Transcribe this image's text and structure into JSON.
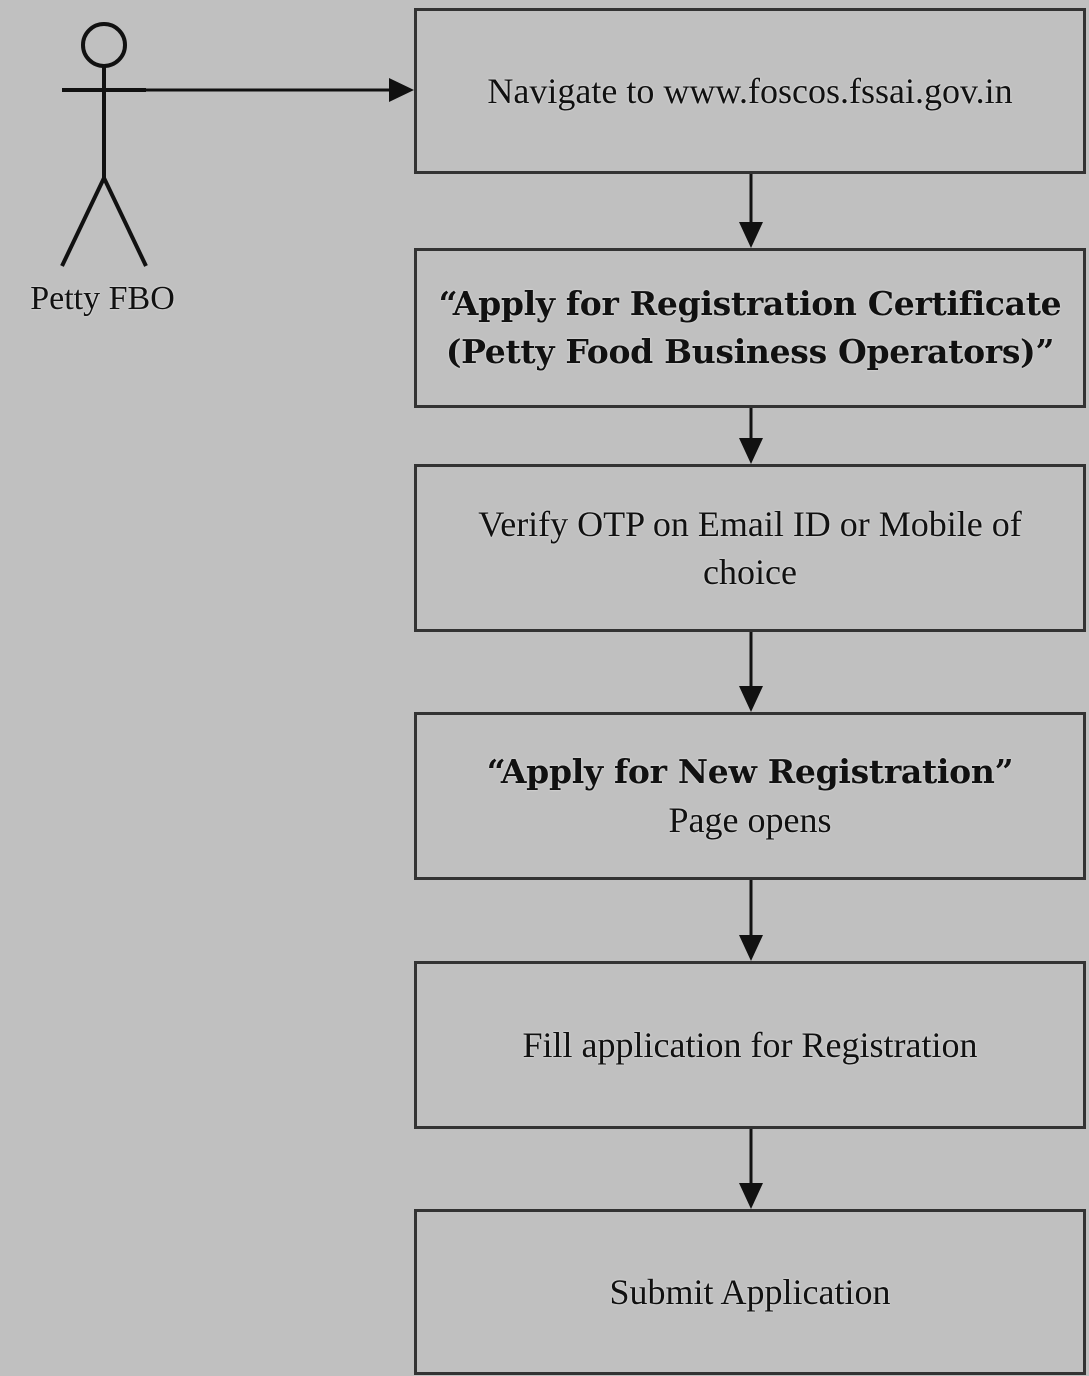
{
  "actor": {
    "label": "Petty FBO",
    "icon": "stick-figure-icon"
  },
  "steps": [
    {
      "text": "Navigate to www.foscos.fssai.gov.in"
    },
    {
      "line1": "“Apply for Registration Certificate",
      "line2": "(Petty Food Business Operators)”"
    },
    {
      "line1": "Verify OTP on Email ID or Mobile of",
      "line2": "choice"
    },
    {
      "line1": "“Apply for New Registration”",
      "line2": "Page opens"
    },
    {
      "text": "Fill application for Registration"
    },
    {
      "text": "Submit Application"
    }
  ],
  "colors": {
    "background": "#c0c0c0",
    "stroke": "#333333"
  }
}
